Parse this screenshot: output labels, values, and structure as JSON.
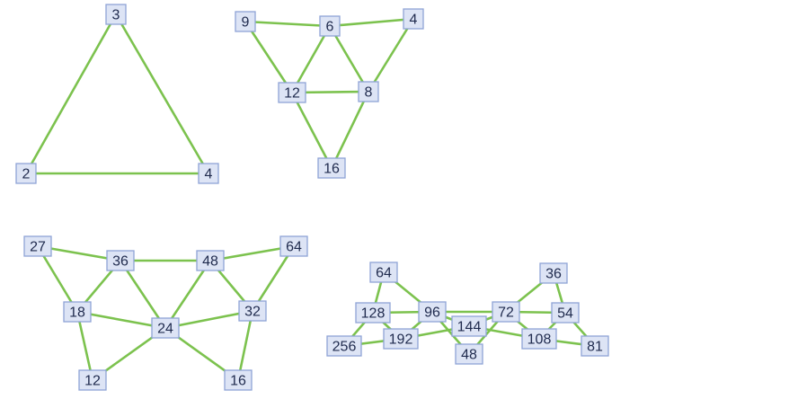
{
  "graphs": [
    {
      "name": "graph-a",
      "nodes": [
        {
          "id": "a3",
          "label": "3"
        },
        {
          "id": "a2",
          "label": "2"
        },
        {
          "id": "a4",
          "label": "4"
        }
      ],
      "edges": [
        [
          "a3",
          "a2"
        ],
        [
          "a3",
          "a4"
        ],
        [
          "a2",
          "a4"
        ]
      ]
    },
    {
      "name": "graph-b",
      "nodes": [
        {
          "id": "b9",
          "label": "9"
        },
        {
          "id": "b6",
          "label": "6"
        },
        {
          "id": "b4",
          "label": "4"
        },
        {
          "id": "b12",
          "label": "12"
        },
        {
          "id": "b8",
          "label": "8"
        },
        {
          "id": "b16",
          "label": "16"
        }
      ],
      "edges": [
        [
          "b9",
          "b6"
        ],
        [
          "b6",
          "b4"
        ],
        [
          "b9",
          "b12"
        ],
        [
          "b6",
          "b12"
        ],
        [
          "b6",
          "b8"
        ],
        [
          "b4",
          "b8"
        ],
        [
          "b12",
          "b8"
        ],
        [
          "b12",
          "b16"
        ],
        [
          "b8",
          "b16"
        ]
      ]
    },
    {
      "name": "graph-c",
      "nodes": [
        {
          "id": "c27",
          "label": "27"
        },
        {
          "id": "c36",
          "label": "36"
        },
        {
          "id": "c48",
          "label": "48"
        },
        {
          "id": "c64",
          "label": "64"
        },
        {
          "id": "c18",
          "label": "18"
        },
        {
          "id": "c24",
          "label": "24"
        },
        {
          "id": "c32",
          "label": "32"
        },
        {
          "id": "c12",
          "label": "12"
        },
        {
          "id": "c16",
          "label": "16"
        }
      ],
      "edges": [
        [
          "c27",
          "c36"
        ],
        [
          "c36",
          "c48"
        ],
        [
          "c48",
          "c64"
        ],
        [
          "c27",
          "c18"
        ],
        [
          "c36",
          "c18"
        ],
        [
          "c36",
          "c24"
        ],
        [
          "c48",
          "c24"
        ],
        [
          "c48",
          "c32"
        ],
        [
          "c64",
          "c32"
        ],
        [
          "c18",
          "c24"
        ],
        [
          "c24",
          "c32"
        ],
        [
          "c18",
          "c12"
        ],
        [
          "c24",
          "c12"
        ],
        [
          "c24",
          "c16"
        ],
        [
          "c32",
          "c16"
        ]
      ]
    },
    {
      "name": "graph-d",
      "nodes": [
        {
          "id": "d64",
          "label": "64"
        },
        {
          "id": "d36",
          "label": "36"
        },
        {
          "id": "d128",
          "label": "128"
        },
        {
          "id": "d96",
          "label": "96"
        },
        {
          "id": "d72",
          "label": "72"
        },
        {
          "id": "d54",
          "label": "54"
        },
        {
          "id": "d144",
          "label": "144"
        },
        {
          "id": "d256",
          "label": "256"
        },
        {
          "id": "d192",
          "label": "192"
        },
        {
          "id": "d108",
          "label": "108"
        },
        {
          "id": "d81",
          "label": "81"
        },
        {
          "id": "d48",
          "label": "48"
        }
      ],
      "edges": [
        [
          "d64",
          "d128"
        ],
        [
          "d64",
          "d96"
        ],
        [
          "d128",
          "d96"
        ],
        [
          "d128",
          "d256"
        ],
        [
          "d128",
          "d192"
        ],
        [
          "d256",
          "d192"
        ],
        [
          "d96",
          "d192"
        ],
        [
          "d96",
          "d72"
        ],
        [
          "d96",
          "d144"
        ],
        [
          "d96",
          "d48"
        ],
        [
          "d192",
          "d144"
        ],
        [
          "d144",
          "d72"
        ],
        [
          "d48",
          "d72"
        ],
        [
          "d72",
          "d36"
        ],
        [
          "d36",
          "d54"
        ],
        [
          "d72",
          "d54"
        ],
        [
          "d72",
          "d108"
        ],
        [
          "d144",
          "d108"
        ],
        [
          "d54",
          "d108"
        ],
        [
          "d54",
          "d81"
        ],
        [
          "d108",
          "d81"
        ]
      ]
    }
  ]
}
